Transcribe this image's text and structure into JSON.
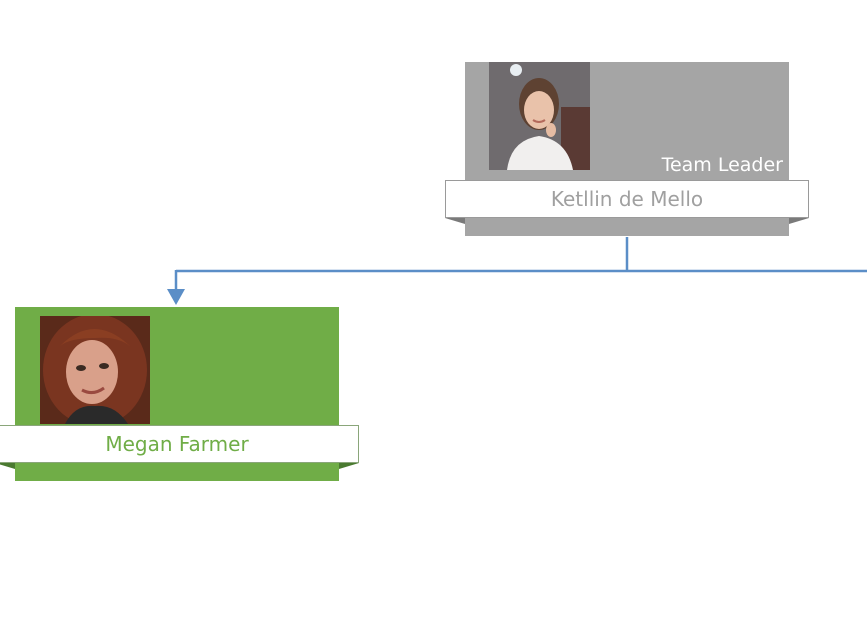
{
  "colors": {
    "leader_card": "#a5a5a5",
    "member_card": "#70ad47",
    "leader_name_text": "#a0a0a0",
    "member_name_text": "#70ad47",
    "connector": "#5b8ec7"
  },
  "leader": {
    "role": "Team Leader",
    "name": "Ketllin de Mello"
  },
  "member": {
    "role": "",
    "name": "Megan Farmer"
  }
}
